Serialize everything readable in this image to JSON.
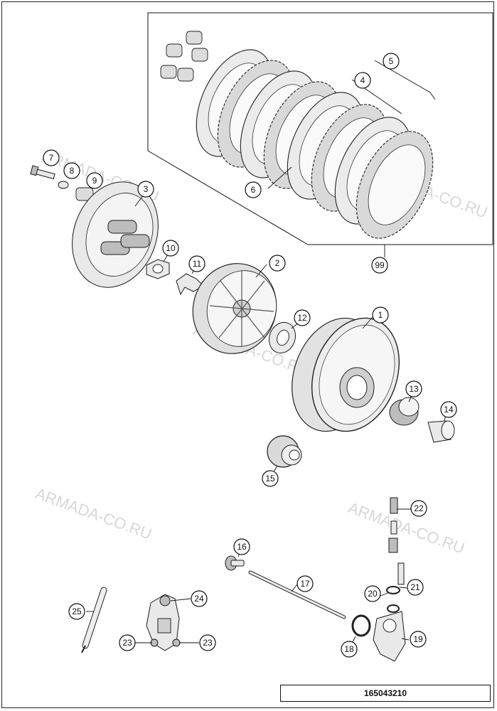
{
  "diagram_code": "165043210",
  "watermark": "ARMADA-CO.RU",
  "callouts": [
    "1",
    "2",
    "3",
    "4",
    "5",
    "6",
    "7",
    "8",
    "9",
    "10",
    "11",
    "12",
    "13",
    "14",
    "15",
    "16",
    "17",
    "18",
    "19",
    "20",
    "21",
    "22",
    "23",
    "23",
    "24",
    "25",
    "99"
  ]
}
